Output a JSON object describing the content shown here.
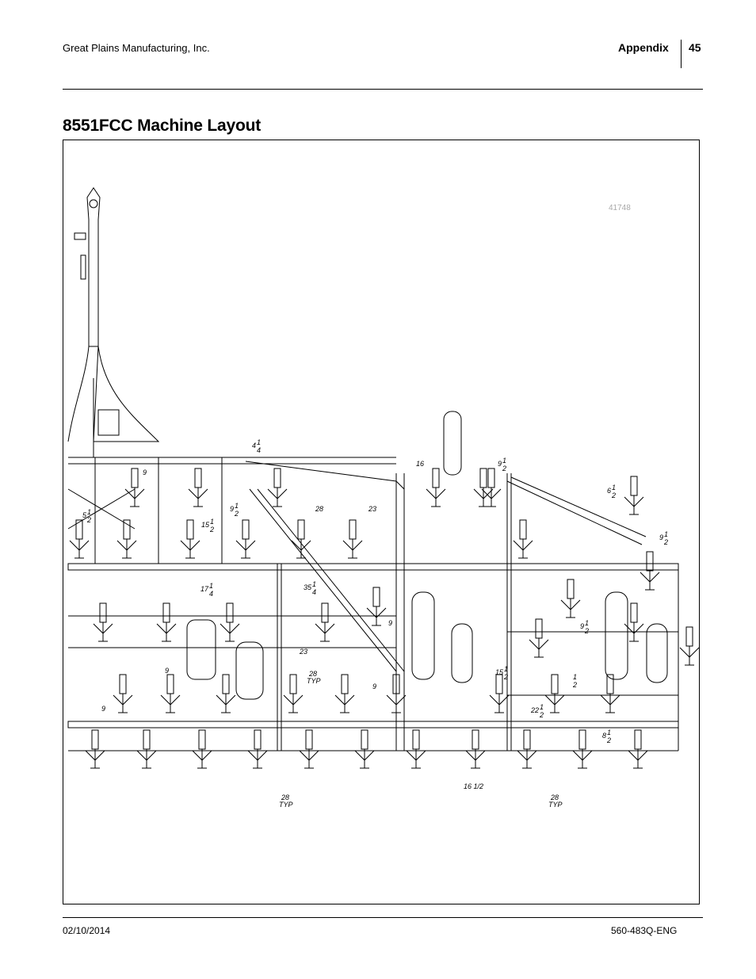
{
  "header": {
    "company": "Great Plains Manufacturing, Inc.",
    "section": "Appendix",
    "page_number": "45"
  },
  "title": "8551FCC Machine Layout",
  "figure": {
    "figure_number": "41748",
    "dimensions": [
      {
        "id": "d1",
        "whole": "4",
        "num": "1",
        "den": "4"
      },
      {
        "id": "d2",
        "whole": "16",
        "num": "",
        "den": ""
      },
      {
        "id": "d3",
        "whole": "9",
        "num": "1",
        "den": "2"
      },
      {
        "id": "d4",
        "whole": "6",
        "num": "1",
        "den": "2"
      },
      {
        "id": "d5",
        "whole": "9",
        "num": "",
        "den": ""
      },
      {
        "id": "d6",
        "whole": "9",
        "num": "1",
        "den": "2"
      },
      {
        "id": "d7",
        "whole": "28",
        "num": "",
        "den": ""
      },
      {
        "id": "d8",
        "whole": "23",
        "num": "",
        "den": ""
      },
      {
        "id": "d9",
        "whole": "5",
        "num": "1",
        "den": "2"
      },
      {
        "id": "d10",
        "whole": "15",
        "num": "1",
        "den": "2"
      },
      {
        "id": "d11",
        "whole": "9",
        "num": "1",
        "den": "2"
      },
      {
        "id": "d12",
        "whole": "17",
        "num": "1",
        "den": "4"
      },
      {
        "id": "d13",
        "whole": "35",
        "num": "1",
        "den": "4"
      },
      {
        "id": "d14",
        "whole": "9",
        "num": "",
        "den": ""
      },
      {
        "id": "d15",
        "whole": "9",
        "num": "1",
        "den": "2"
      },
      {
        "id": "d16",
        "whole": "23",
        "num": "",
        "den": ""
      },
      {
        "id": "d17",
        "whole": "9",
        "num": "",
        "den": ""
      },
      {
        "id": "d18",
        "whole": "28",
        "num": "",
        "den": "",
        "note": "TYP"
      },
      {
        "id": "d19",
        "whole": "15",
        "num": "1",
        "den": "2"
      },
      {
        "id": "d20",
        "whole": "",
        "num": "1",
        "den": "2"
      },
      {
        "id": "d21",
        "whole": "9",
        "num": "",
        "den": ""
      },
      {
        "id": "d22",
        "whole": "9",
        "num": "",
        "den": ""
      },
      {
        "id": "d23",
        "whole": "22",
        "num": "1",
        "den": "2"
      },
      {
        "id": "d24",
        "whole": "8",
        "num": "1",
        "den": "2"
      },
      {
        "id": "d25",
        "whole": "16 1/2",
        "num": "",
        "den": ""
      },
      {
        "id": "d26",
        "whole": "28",
        "num": "",
        "den": "",
        "note": "TYP"
      },
      {
        "id": "d27",
        "whole": "28",
        "num": "",
        "den": "",
        "note": "TYP"
      }
    ]
  },
  "footer": {
    "date": "02/10/2014",
    "doc_number": "560-483Q-ENG"
  }
}
